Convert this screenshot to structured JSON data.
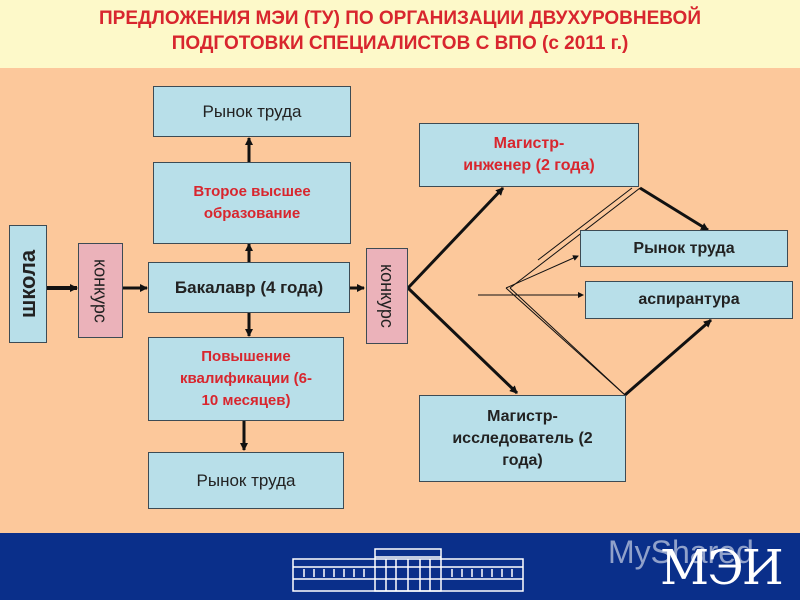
{
  "title": {
    "line1": "ПРЕДЛОЖЕНИЯ МЭИ (ТУ) ПО ОРГАНИЗАЦИИ ДВУХУРОВНЕВОЙ",
    "line2": "ПОДГОТОВКИ СПЕЦИАЛИСТОВ С ВПО (с 2011 г.)"
  },
  "nodes": {
    "school": "школа",
    "contest_left": "конкурс",
    "labor_top": "Рынок труда",
    "second_higher": "Второе высшее образование",
    "bachelor": "Бакалавр (4 года)",
    "qualification": "Повышение квалификации (6-10 месяцев)",
    "labor_bottom": "Рынок труда",
    "contest_right": "конкурс",
    "master_engineer": "Магистр-инженер (2 года)",
    "labor_right": "Рынок труда",
    "postgrad": "аспирантура",
    "master_research": "Магистр- исследователь (2 года)"
  },
  "footer": {
    "logo_text": "МЭИ",
    "watermark": "MyShared"
  },
  "colors": {
    "header_bg": "#fdf9c9",
    "title_color": "#d8262e",
    "canvas_bg": "#fcc89b",
    "box_blue": "#b8dfe9",
    "box_pink": "#ebb2ba",
    "footer_bg": "#0a2f8a"
  }
}
